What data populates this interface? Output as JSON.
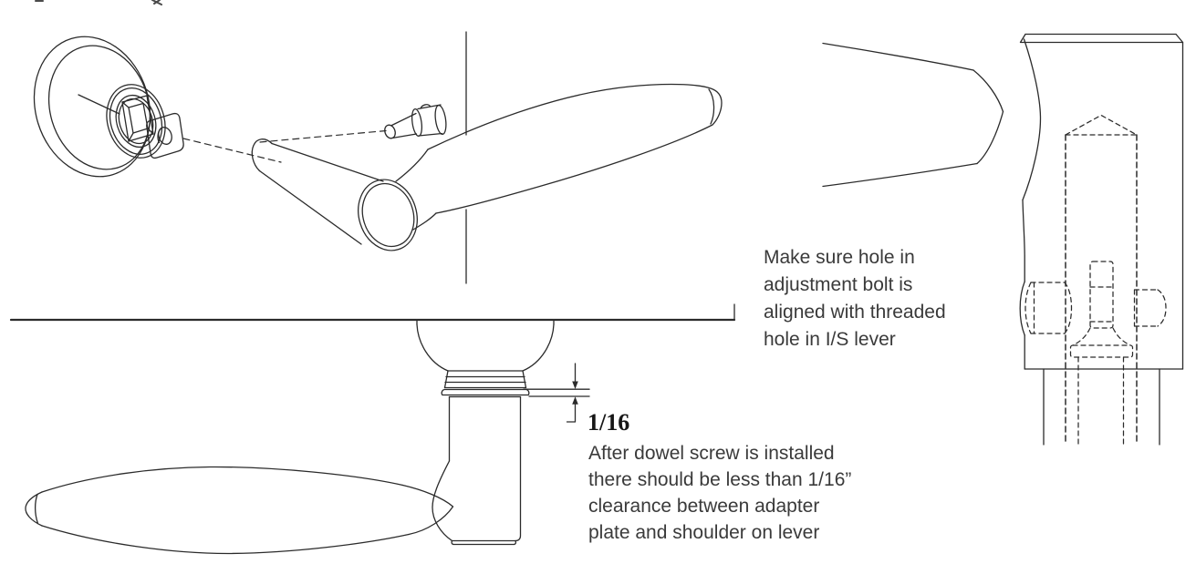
{
  "drawing": {
    "background": "#ffffff",
    "line_color": "#2b2b2b",
    "text_color": "#3a3a3a",
    "dimension_label": "1/16",
    "adjustment_note_lines": [
      "Make sure hole in",
      "adjustment bolt is",
      "aligned with threaded",
      "hole in I/S lever"
    ],
    "clearance_note_lines": [
      "After dowel screw is installed",
      "there should be less than 1/16”",
      "clearance between adapter",
      "plate and shoulder on lever"
    ]
  }
}
